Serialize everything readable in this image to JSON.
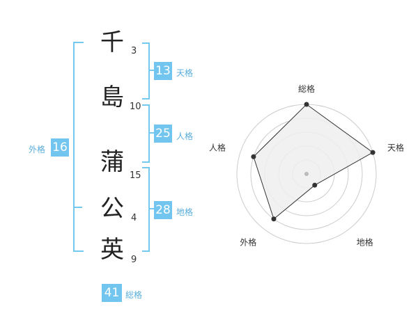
{
  "name": {
    "characters": [
      {
        "char": "千",
        "strokes": "3"
      },
      {
        "char": "島",
        "strokes": "10"
      },
      {
        "char": "蒲",
        "strokes": "15"
      },
      {
        "char": "公",
        "strokes": "4"
      },
      {
        "char": "英",
        "strokes": "9"
      }
    ]
  },
  "fortunes": {
    "tenkaku": {
      "value": "13",
      "label": "天格"
    },
    "jinkaku": {
      "value": "25",
      "label": "人格"
    },
    "chikaku": {
      "value": "28",
      "label": "地格"
    },
    "gaikaku": {
      "value": "16",
      "label": "外格"
    },
    "soukaku": {
      "value": "41",
      "label": "総格"
    }
  },
  "chart_data": {
    "type": "radar",
    "axes": [
      "総格",
      "天格",
      "地格",
      "外格",
      "人格"
    ],
    "values": [
      5,
      5,
      1,
      4,
      4
    ],
    "rmax": 5,
    "rings": 5,
    "fill_color": "#eeeeee",
    "line_color": "#333333",
    "ring_color": "#cccccc"
  }
}
